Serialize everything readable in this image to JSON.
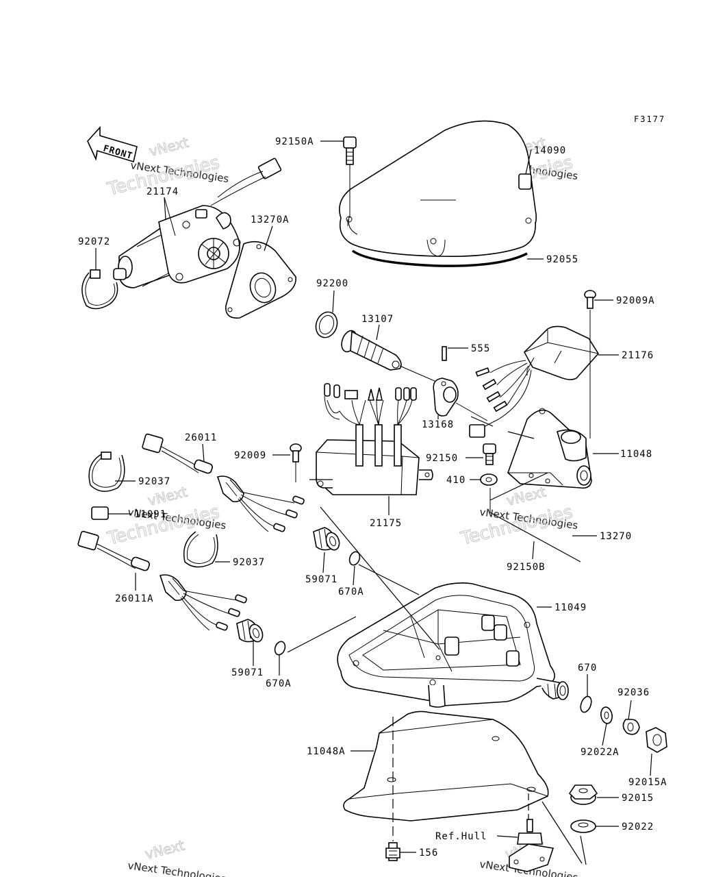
{
  "figure_code": "F3177",
  "front_label": "FRONT",
  "ref_label": "Ref.Hull",
  "watermark": {
    "line1": "vNext",
    "line2": "vNext Technologies",
    "line3": "Technologies"
  },
  "parts": [
    "92150A",
    "14090",
    "92055",
    "21174",
    "13270A",
    "92072",
    "92200",
    "13107",
    "555",
    "92009A",
    "21176",
    "13168",
    "26011",
    "92009",
    "92150",
    "11048",
    "410",
    "92037",
    "21175",
    "11091",
    "13270",
    "92150B",
    "59071",
    "670A",
    "11049",
    "26011A",
    "670",
    "92036",
    "92022A",
    "92015A",
    "11048A",
    "92015",
    "92022",
    "156"
  ]
}
